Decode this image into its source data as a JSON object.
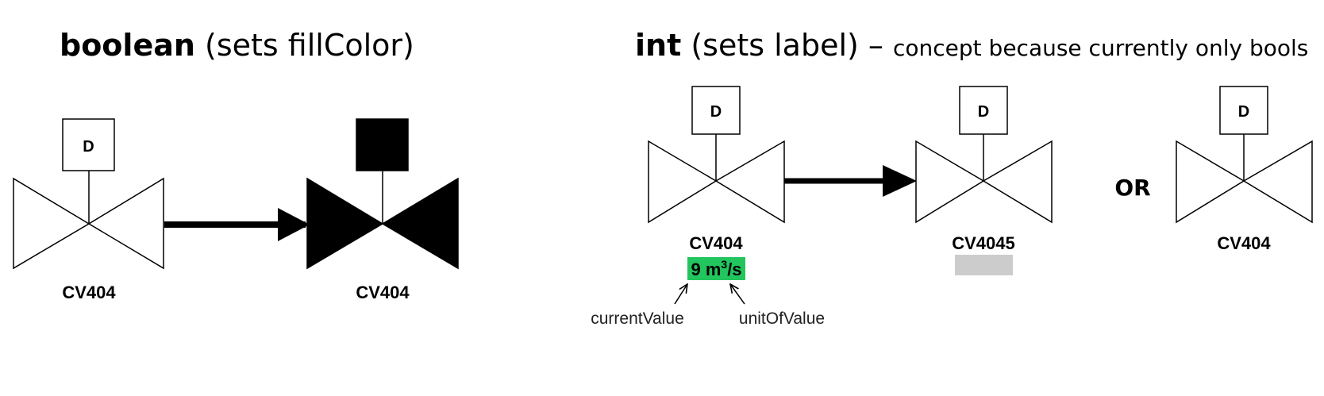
{
  "boolean_panel": {
    "title_bold": "boolean",
    "title_rest": " (sets fillColor)",
    "valve_before": {
      "badge": "D",
      "tag": "CV404",
      "active": false
    },
    "valve_after": {
      "badge": "",
      "tag": "CV404",
      "active": true
    }
  },
  "int_panel": {
    "title_bold": "int",
    "title_rest": " (sets label) – ",
    "title_note": "concept because currently only bools",
    "valve_before": {
      "badge": "D",
      "tag": "CV404",
      "value_number": "9",
      "value_unit_base": "m",
      "value_unit_exp": "3",
      "value_unit_tail": "/s",
      "value_color": "#22c55e",
      "current_value_label": "currentValue",
      "unit_value_label": "unitOfValue"
    },
    "valve_after": {
      "badge": "D",
      "tag": "CV4045",
      "placeholder_color": "#cccccc"
    },
    "or_label": "OR",
    "valve_alt": {
      "badge": "D",
      "tag": "CV404"
    }
  }
}
